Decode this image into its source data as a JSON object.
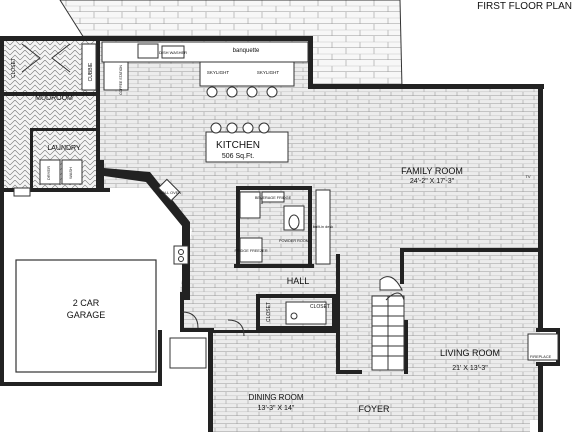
{
  "title": "FIRST FLOOR PLAN",
  "rooms": {
    "kitchen": {
      "name": "KITCHEN",
      "area": "506 Sq.Ft."
    },
    "family_room": {
      "name": "FAMILY ROOM",
      "size": "24'-2\" X 17'-3\""
    },
    "living_room": {
      "name": "LIVING ROOM",
      "size": "21' X 13'-3\""
    },
    "dining_room": {
      "name": "DINING ROOM",
      "size": "13'-3\" X 14\""
    },
    "garage": {
      "line1": "2 CAR",
      "line2": "GARAGE"
    },
    "hall": "HALL",
    "foyer": "FOYER",
    "mudroom": "MUDROOM",
    "laundry": "LAUNDRY"
  },
  "small_labels": {
    "closet_top": "CLOSET",
    "cubbie": "CUBBIE",
    "closet_center": "CLOSET",
    "closet_right": "CLOSET",
    "dryer": "DRYER",
    "wash": "WASH",
    "banquette": "banquette",
    "dishwasher": "DISH WASHER",
    "coffee_station": "COFFEE STATION",
    "skylight_1": "SKYLIGHT",
    "skylight_2": "SKYLIGHT",
    "beverage_fridge": "BEVERAGE FRIDGE",
    "fridge_freezer": "FRIDGE FREEZER",
    "powder_room": "POWDER ROOM",
    "built_in_desk": "built-in desk",
    "wall_oven": "WALL OVEN",
    "fireplace": "FIREPLACE",
    "tv": "TV"
  }
}
